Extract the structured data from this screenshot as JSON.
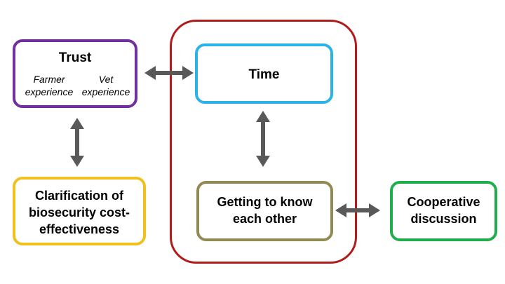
{
  "nodes": {
    "trust": {
      "title": "Trust",
      "left_note": "Farmer experience",
      "right_note": "Vet experience",
      "color": "#7030a0"
    },
    "clarification": {
      "title": "Clarification of biosecurity cost-effectiveness",
      "color": "#f0c020"
    },
    "time": {
      "title": "Time",
      "color": "#2bb3e6"
    },
    "getting_to_know": {
      "title": "Getting to know each other",
      "color": "#938953"
    },
    "cooperative": {
      "title": "Cooperative discussion",
      "color": "#1fae4b"
    }
  },
  "group": {
    "color": "#b01c1c"
  },
  "arrow_color": "#595959",
  "edges": [
    {
      "from": "trust",
      "to": "time",
      "kind": "bidirectional"
    },
    {
      "from": "trust",
      "to": "clarification",
      "kind": "bidirectional"
    },
    {
      "from": "time",
      "to": "getting_to_know",
      "kind": "bidirectional"
    },
    {
      "from": "getting_to_know",
      "to": "cooperative",
      "kind": "bidirectional"
    }
  ]
}
